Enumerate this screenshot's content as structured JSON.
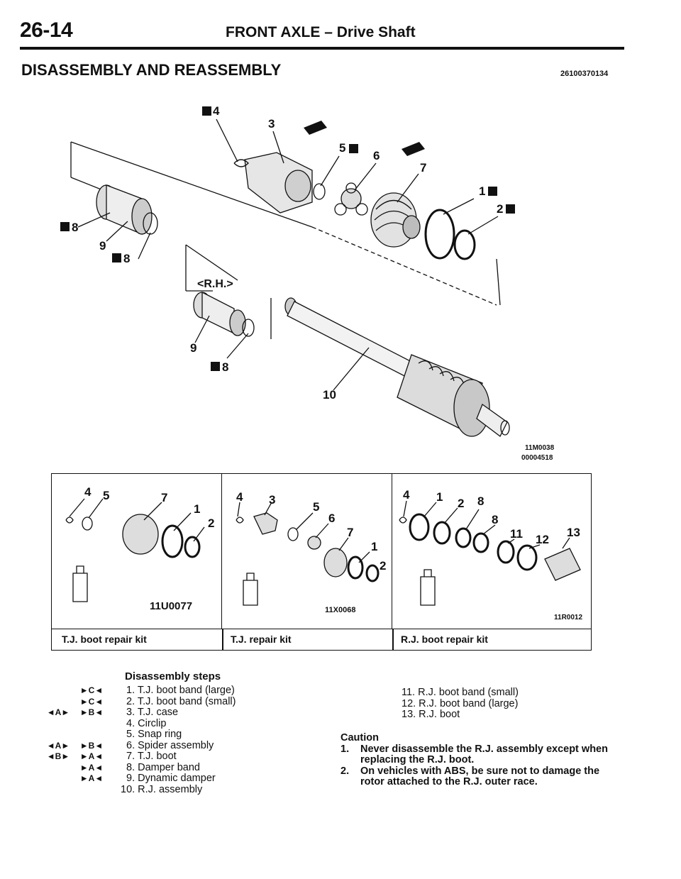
{
  "header": {
    "page_number": "26-14",
    "title": "FRONT AXLE – Drive Shaft"
  },
  "section": {
    "title": "DISASSEMBLY AND REASSEMBLY",
    "code": "26100370134"
  },
  "diagram": {
    "callouts": {
      "n4": "4",
      "n3": "3",
      "n5": "5",
      "n6": "6",
      "n7": "7",
      "n1": "1",
      "n2": "2",
      "n8a": "8",
      "n9a": "9",
      "n8b": "8",
      "n9b": "9",
      "n8c": "8",
      "n10": "10"
    },
    "rh_label": "<R.H.>",
    "ref_code_1": "11M0038",
    "ref_code_2": "00004518"
  },
  "kits": [
    {
      "caption": "T.J. boot repair kit",
      "code": "11U0077",
      "numbers": [
        "4",
        "5",
        "7",
        "1",
        "2"
      ]
    },
    {
      "caption": "T.J. repair kit",
      "code": "11X0068",
      "numbers": [
        "4",
        "3",
        "5",
        "6",
        "7",
        "1",
        "2"
      ]
    },
    {
      "caption": "R.J. boot repair kit",
      "code": "11R0012",
      "numbers": [
        "4",
        "1",
        "2",
        "8",
        "8",
        "11",
        "12",
        "13"
      ]
    }
  ],
  "steps": {
    "heading": "Disassembly steps",
    "items": [
      {
        "left_marker": "",
        "right_marker": "►C◄",
        "text": "1. T.J. boot band (large)"
      },
      {
        "left_marker": "",
        "right_marker": "►C◄",
        "text": "2. T.J. boot band (small)"
      },
      {
        "left_marker": "◄A►",
        "right_marker": "►B◄",
        "text": "3. T.J. case"
      },
      {
        "left_marker": "",
        "right_marker": "",
        "text": "4. Circlip"
      },
      {
        "left_marker": "",
        "right_marker": "",
        "text": "5. Snap ring"
      },
      {
        "left_marker": "◄A►",
        "right_marker": "►B◄",
        "text": "6. Spider assembly"
      },
      {
        "left_marker": "◄B►",
        "right_marker": "►A◄",
        "text": "7. T.J. boot"
      },
      {
        "left_marker": "",
        "right_marker": "►A◄",
        "text": "8. Damper band"
      },
      {
        "left_marker": "",
        "right_marker": "►A◄",
        "text": "9. Dynamic damper"
      },
      {
        "left_marker": "",
        "right_marker": "",
        "text": "10. R.J. assembly"
      }
    ],
    "right_items": [
      "11. R.J. boot band (small)",
      "12. R.J. boot band (large)",
      "13. R.J. boot"
    ]
  },
  "caution": {
    "heading": "Caution",
    "items": [
      {
        "num": "1.",
        "text": "Never disassemble the R.J. assembly except when replacing the R.J. boot."
      },
      {
        "num": "2.",
        "text": "On vehicles with ABS, be sure not to damage the rotor attached to the R.J. outer race."
      }
    ]
  },
  "colors": {
    "ink": "#111111",
    "paper": "#ffffff"
  }
}
